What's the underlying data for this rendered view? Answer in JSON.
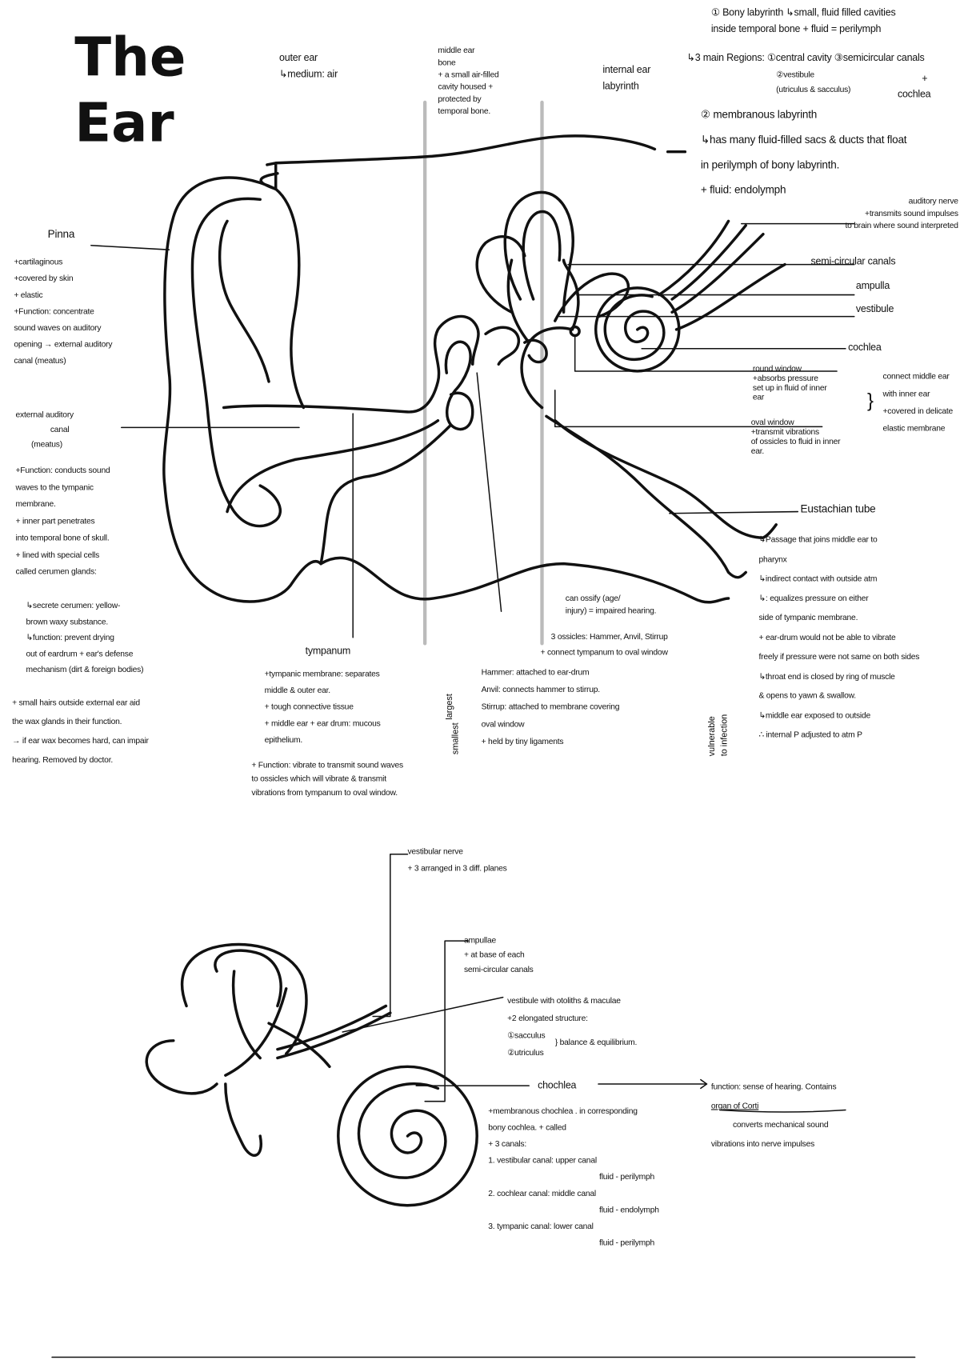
{
  "title": [
    "The",
    "Ear"
  ],
  "headers": {
    "outer_ear": [
      "outer ear",
      "↳medium: air"
    ],
    "middle_ear": [
      "middle ear",
      "bone",
      "+ a small air-filled",
      "cavity housed +",
      "protected by",
      "temporal bone."
    ],
    "internal_ear": [
      "internal ear",
      "labyrinth"
    ]
  },
  "inner_notes": {
    "bony": [
      "① Bony labyrinth ↳small, fluid filled cavities",
      "inside temporal bone  + fluid = perilymph"
    ],
    "regions": "↳3 main Regions: ①central cavity ③semicircular canals",
    "vestibule": [
      "②vestibule",
      "(utriculus & sacculus)"
    ],
    "plus": "+",
    "cochlea": "cochlea",
    "membranous": [
      "② membranous labyrinth",
      "↳has many fluid-filled sacs & ducts that float",
      "in perilymph of bony labyrinth.",
      "+ fluid: endolymph"
    ]
  },
  "right_labels": {
    "auditory_nerve": [
      "auditory nerve",
      "+transmits sound impulses",
      "to brain where sound interpreted"
    ],
    "semicircular": "semi-circular canals",
    "ampulla": "ampulla",
    "vestibule": "vestibule",
    "cochlea": "cochlea",
    "round_window": [
      "round window",
      "+absorbs pressure",
      "set up in fluid of inner",
      "ear"
    ],
    "oval_window": [
      "oval window",
      "+transmit vibrations",
      "of ossicles to fluid in inner",
      "ear."
    ],
    "windows_note": [
      "connect middle ear",
      "with inner ear",
      "+covered in delicate",
      "elastic membrane"
    ],
    "eustachian": "Eustachian tube",
    "eustachian_notes": [
      "↳Passage that joins middle ear to",
      "pharynx",
      "↳indirect contact with outside atm",
      "↳: equalizes pressure on either",
      "side of tympanic membrane.",
      "+ ear-drum would not be able to vibrate",
      "freely if pressure were not same on both sides",
      "↳throat end is closed by ring of muscle",
      "& opens to yawn & swallow.",
      "↳middle ear exposed to outside",
      "∴ internal P adjusted to atm P"
    ],
    "vulnerable": [
      "vulnerable",
      "to infection"
    ]
  },
  "left_notes": {
    "pinna": "Pinna",
    "pinna_notes": [
      "+cartilaginous",
      "+covered by skin",
      "+ elastic",
      "+Function: concentrate",
      "sound waves on auditory",
      "opening → external auditory",
      "canal (meatus)"
    ],
    "canal": [
      "external auditory",
      "canal",
      "(meatus)"
    ],
    "canal_notes": [
      "+Function: conducts sound",
      "waves to the tympanic",
      "membrane.",
      "+ inner part penetrates",
      "into temporal bone of skull.",
      "+ lined with special cells",
      "called cerumen glands:"
    ],
    "cerumen": [
      "↳secrete cerumen: yellow-",
      "brown waxy substance.",
      "↳function: prevent drying",
      "out of eardrum + ear's defense",
      "mechanism (dirt & foreign bodies)"
    ],
    "hairs": [
      "+ small hairs outside external ear aid",
      "the wax glands in their function.",
      "→ if ear wax becomes hard, can impair",
      "hearing. Removed by doctor."
    ]
  },
  "middle_notes": {
    "tympanum": "tympanum",
    "tympanum_notes": [
      "+tympanic membrane: separates",
      "middle & outer ear.",
      "+ tough connective tissue",
      "+ middle ear + ear drum: mucous",
      "epithelium."
    ],
    "function": [
      "+ Function: vibrate to transmit sound waves",
      "to ossicles which will vibrate & transmit",
      "vibrations from tympanum to oval window."
    ],
    "ossify": [
      "can ossify (age/",
      "injury) = impaired hearing."
    ],
    "ossicles": [
      "3 ossicles: Hammer, Anvil, Stirrup",
      "+ connect tympanum to oval window"
    ],
    "bones": [
      "Hammer: attached to ear-drum",
      "Anvil: connects hammer to stirrup.",
      "Stirrup: attached to membrane covering",
      "oval window",
      "+ held by tiny ligaments"
    ],
    "largest": "largest",
    "smallest": "smallest"
  },
  "bottom": {
    "vestibular_nerve": [
      "vestibular nerve",
      "+ 3 arranged in 3 diff. planes"
    ],
    "ampullae": [
      "ampullae",
      "+ at base of each",
      "semi-circular canals"
    ],
    "vestibule": [
      "vestibule with otoliths & maculae",
      "+2 elongated structure:",
      "①sacculus",
      "②utriculus"
    ],
    "balance": "} balance & equilibrium.",
    "cochlea": "chochlea",
    "function": [
      "function: sense of hearing. Contains",
      "organ of Corti",
      "converts mechanical sound",
      "vibrations into nerve impulses"
    ],
    "cochlea_notes": [
      "+membranous chochlea . in corresponding",
      "bony cochlea. + called",
      "+ 3 canals:",
      "1. vestibular canal: upper canal",
      "fluid - perilymph",
      "2. cochlear canal: middle canal",
      "fluid - endolymph",
      "3. tympanic canal: lower canal",
      "fluid - perilymph"
    ]
  }
}
